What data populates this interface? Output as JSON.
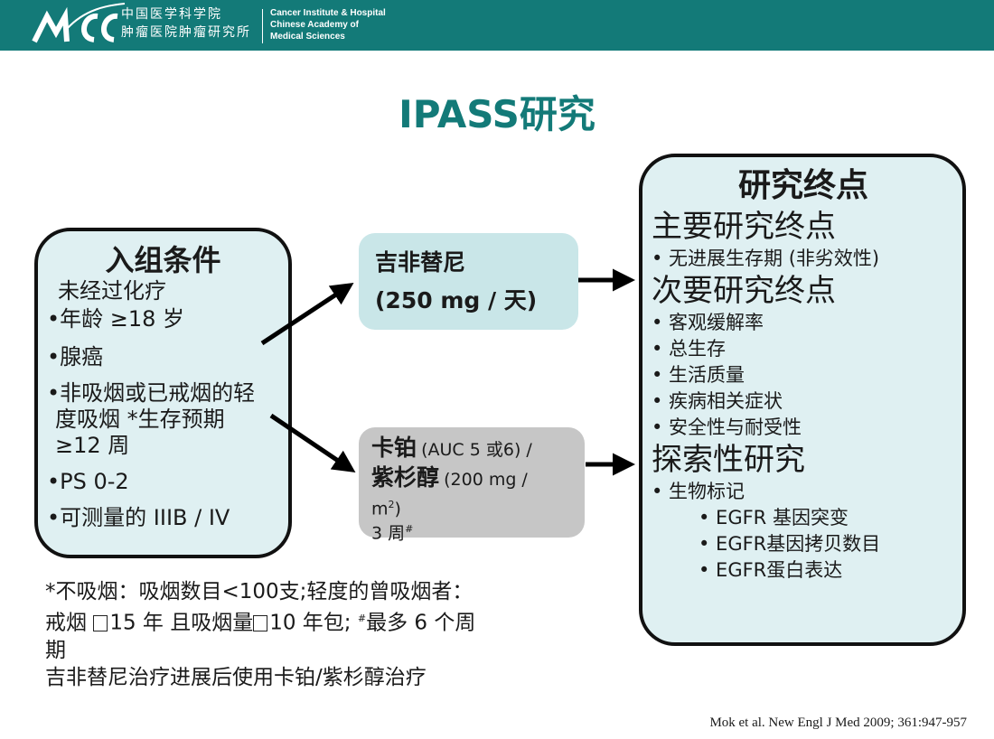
{
  "header": {
    "org_cn_line1": "中国医学科学院",
    "org_cn_line2": "肿瘤医院肿瘤研究所",
    "org_en_line1": "Cancer Institute & Hospital",
    "org_en_line2": "Chinese Academy of",
    "org_en_line3": "Medical Sciences"
  },
  "title": "IPASS研究",
  "inclusion": {
    "title": "入组条件",
    "lines": [
      "未经过化疗",
      "•年龄 ≥18 岁",
      "•腺癌",
      "•非吸烟或已戒烟的轻",
      "度吸烟 *生存预期",
      "≥12 周",
      "•PS 0-2",
      "•可测量的 IIIB / IV"
    ]
  },
  "drug1": {
    "name": "吉非替尼",
    "dose": "(250 mg / 天)"
  },
  "drug2": {
    "name1": "卡铂",
    "dose1": "(AUC 5 或6) /",
    "name2": "紫杉醇",
    "dose2": "(200 mg /",
    "unit_m": "m",
    "unit_sup": "2",
    "unit_close": ")",
    "cycle": "3 周",
    "cycle_mark": "#"
  },
  "endpoints": {
    "title": "研究终点",
    "primary_heading": "主要研究终点",
    "primary_items": [
      "• 无进展生存期 (非劣效性)"
    ],
    "secondary_heading": "次要研究终点",
    "secondary_items": [
      "• 客观缓解率",
      "• 总生存",
      "• 生活质量",
      "• 疾病相关症状",
      "• 安全性与耐受性"
    ],
    "exploratory_heading": "探索性研究",
    "exploratory_items": [
      "• 生物标记"
    ],
    "biomarker_items": [
      "• EGFR 基因突变",
      "• EGFR基因拷贝数目",
      "• EGFR蛋白表达"
    ]
  },
  "footnote": {
    "line1": "*不吸烟：吸烟数目<100支;轻度的曾吸烟者：",
    "line2a": "戒烟 ",
    "line2b": "15 年 且吸烟量",
    "line2c": "10 年包; ",
    "line2d": "#",
    "line2e": "最多 6 个周",
    "line3": "期",
    "line4": "吉非替尼治疗进展后使用卡铂/紫杉醇治疗"
  },
  "citation": "Mok et al. New Engl J Med 2009; 361:947-957",
  "colors": {
    "header": "#137a78",
    "title": "#137a78",
    "box_fill": "#dff0f2",
    "drug1_fill": "#c9e6e8",
    "drug2_fill": "#c6c6c6"
  }
}
